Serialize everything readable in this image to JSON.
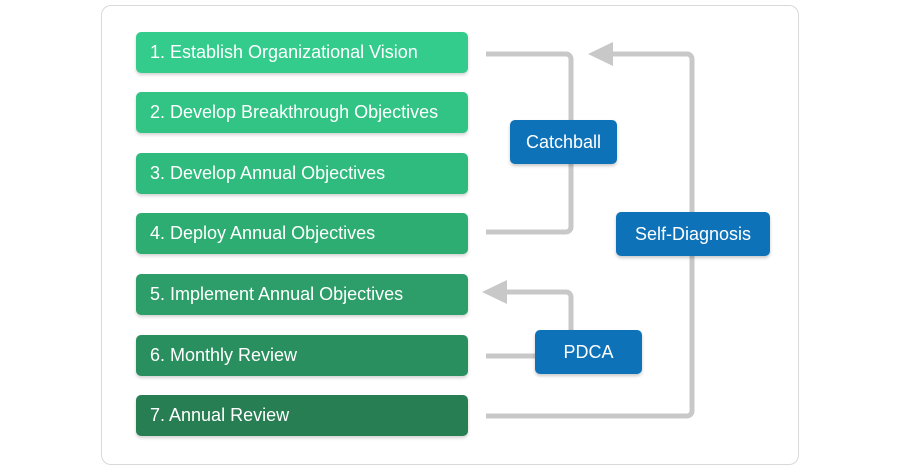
{
  "steps": [
    {
      "label": "1. Establish Organizational Vision",
      "color": "#33cc8c"
    },
    {
      "label": "2. Develop Breakthrough Objectives",
      "color": "#31c485"
    },
    {
      "label": "3. Develop Annual Objectives",
      "color": "#2fbb7d"
    },
    {
      "label": "4. Deploy Annual Objectives",
      "color": "#2ead72"
    },
    {
      "label": "5. Implement Annual Objectives",
      "color": "#2d9e69"
    },
    {
      "label": "6. Monthly Review",
      "color": "#2a8f5f"
    },
    {
      "label": "7. Annual Review",
      "color": "#277e53"
    }
  ],
  "loops": {
    "catchball": "Catchball",
    "pdca": "PDCA",
    "self_diagnosis": "Self-Diagnosis"
  },
  "colors": {
    "loop_box": "#0e72b8",
    "connector": "#c8c8c8"
  }
}
